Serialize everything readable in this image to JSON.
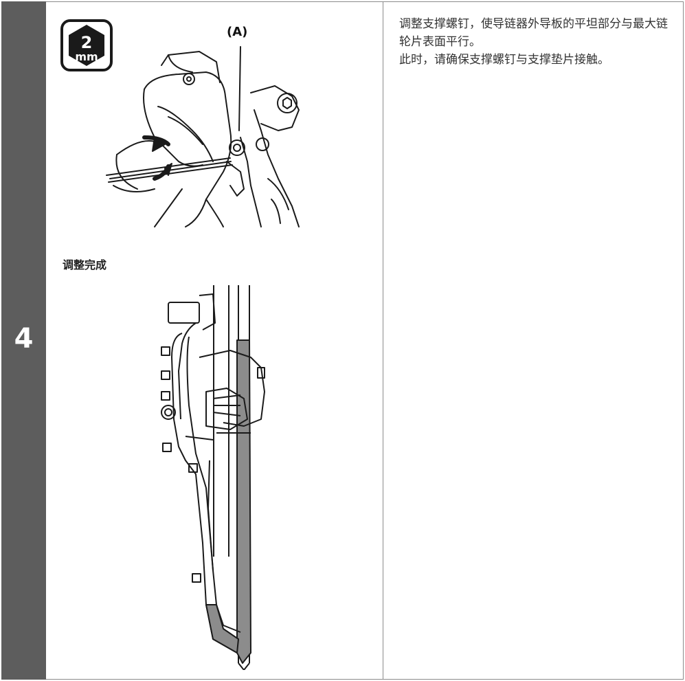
{
  "step": {
    "number": "4"
  },
  "tool_badge": {
    "size": "2",
    "unit": "mm"
  },
  "illustration_top": {
    "callout_label": "(A)"
  },
  "section_label": "调整完成",
  "instructions": {
    "paragraph_1": "调整支撑螺钉，使导链器外导板的平坦部分与最大链轮片表面平行。",
    "paragraph_2": "此时，请确保支撑螺钉与支撑垫片接触。"
  },
  "colors": {
    "step_bar": "#5d5d5d",
    "border": "#8a8a8a",
    "gray_fill": "#8c8c8c"
  }
}
